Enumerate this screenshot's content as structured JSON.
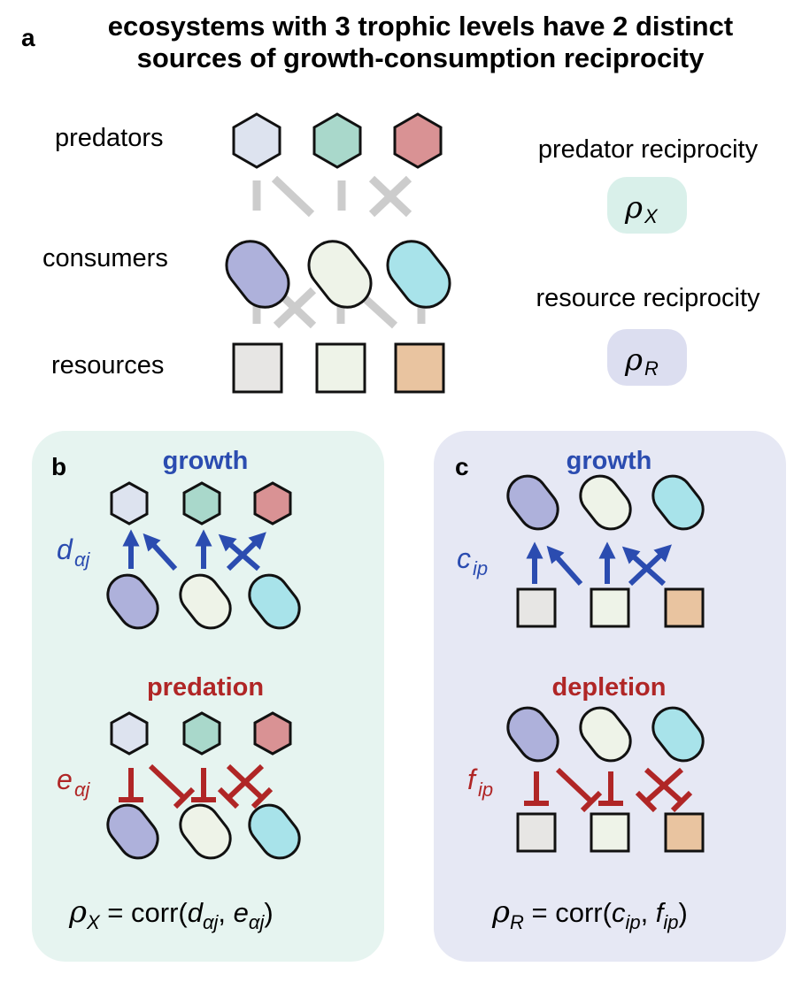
{
  "panel_a": {
    "letter": "a",
    "title_line1": "ecosystems with 3 trophic levels have 2 distinct",
    "title_line2": "sources of growth-consumption reciprocity",
    "level_labels": [
      "predators",
      "consumers",
      "resources"
    ],
    "predator_reciprocity_label": "predator reciprocity",
    "predator_symbol": "ρ",
    "predator_symbol_sub": "X",
    "resource_reciprocity_label": "resource reciprocity",
    "resource_symbol": "ρ",
    "resource_symbol_sub": "R"
  },
  "panel_b": {
    "letter": "b",
    "top_heading": "growth",
    "top_var": "d",
    "top_var_sub": "αj",
    "bottom_heading": "predation",
    "bottom_var": "e",
    "bottom_var_sub": "αj",
    "formula": {
      "lhs": "ρ",
      "lhs_sub": "X",
      "eq": " = corr(",
      "a": "d",
      "a_sub": "αj",
      "comma": ", ",
      "b": "e",
      "b_sub": "αj",
      "close": ")"
    }
  },
  "panel_c": {
    "letter": "c",
    "top_heading": "growth",
    "top_var": "c",
    "top_var_sub": "ip",
    "bottom_heading": "depletion",
    "bottom_var": "f",
    "bottom_var_sub": "ip",
    "formula": {
      "lhs": "ρ",
      "lhs_sub": "R",
      "eq": " = corr(",
      "a": "c",
      "a_sub": "ip",
      "comma": ", ",
      "b": "f",
      "b_sub": "ip",
      "close": ")"
    }
  },
  "colors": {
    "predators": [
      "#dde3ef",
      "#a9d8cb",
      "#d99294"
    ],
    "consumers": [
      "#aeb1db",
      "#eef3e8",
      "#a8e3ea"
    ],
    "resources": [
      "#e7e6e4",
      "#eef3e8",
      "#e9c4a0"
    ],
    "panel_b_bg": "#e6f4f0",
    "panel_c_bg": "#e6e8f4",
    "badge_x_bg": "#d9f0ea",
    "badge_r_bg": "#dcdef0",
    "growth_blue": "#2b4cb0",
    "predation_red": "#b02626",
    "link_gray": "#cccccc"
  }
}
